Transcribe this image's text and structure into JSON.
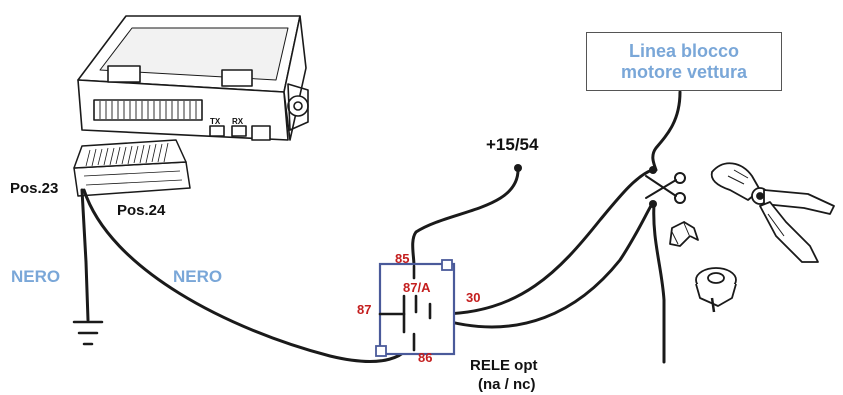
{
  "labels": {
    "pos23": "Pos.23",
    "pos24": "Pos.24",
    "nero_left": "NERO",
    "nero_mid": "NERO",
    "supply": "+15/54",
    "engine_line_1": "Linea blocco",
    "engine_line_2": "motore vettura",
    "relay_title_1": "RELE opt",
    "relay_title_2": "(na / nc)"
  },
  "pins": {
    "p85": "85",
    "p87a": "87/A",
    "p87": "87",
    "p30": "30",
    "p86": "86",
    "tx": "TX",
    "rx": "RX"
  },
  "colors": {
    "wire": "#1a1a1a",
    "label_blue": "#7aa7d8",
    "pin_red": "#c41e1e",
    "relay_outline": "#4a5a9a"
  },
  "icons": [
    "ground-icon",
    "scissors-icon",
    "crimping-pliers-icon",
    "splice-clip-icon",
    "wire-tap-icon"
  ]
}
